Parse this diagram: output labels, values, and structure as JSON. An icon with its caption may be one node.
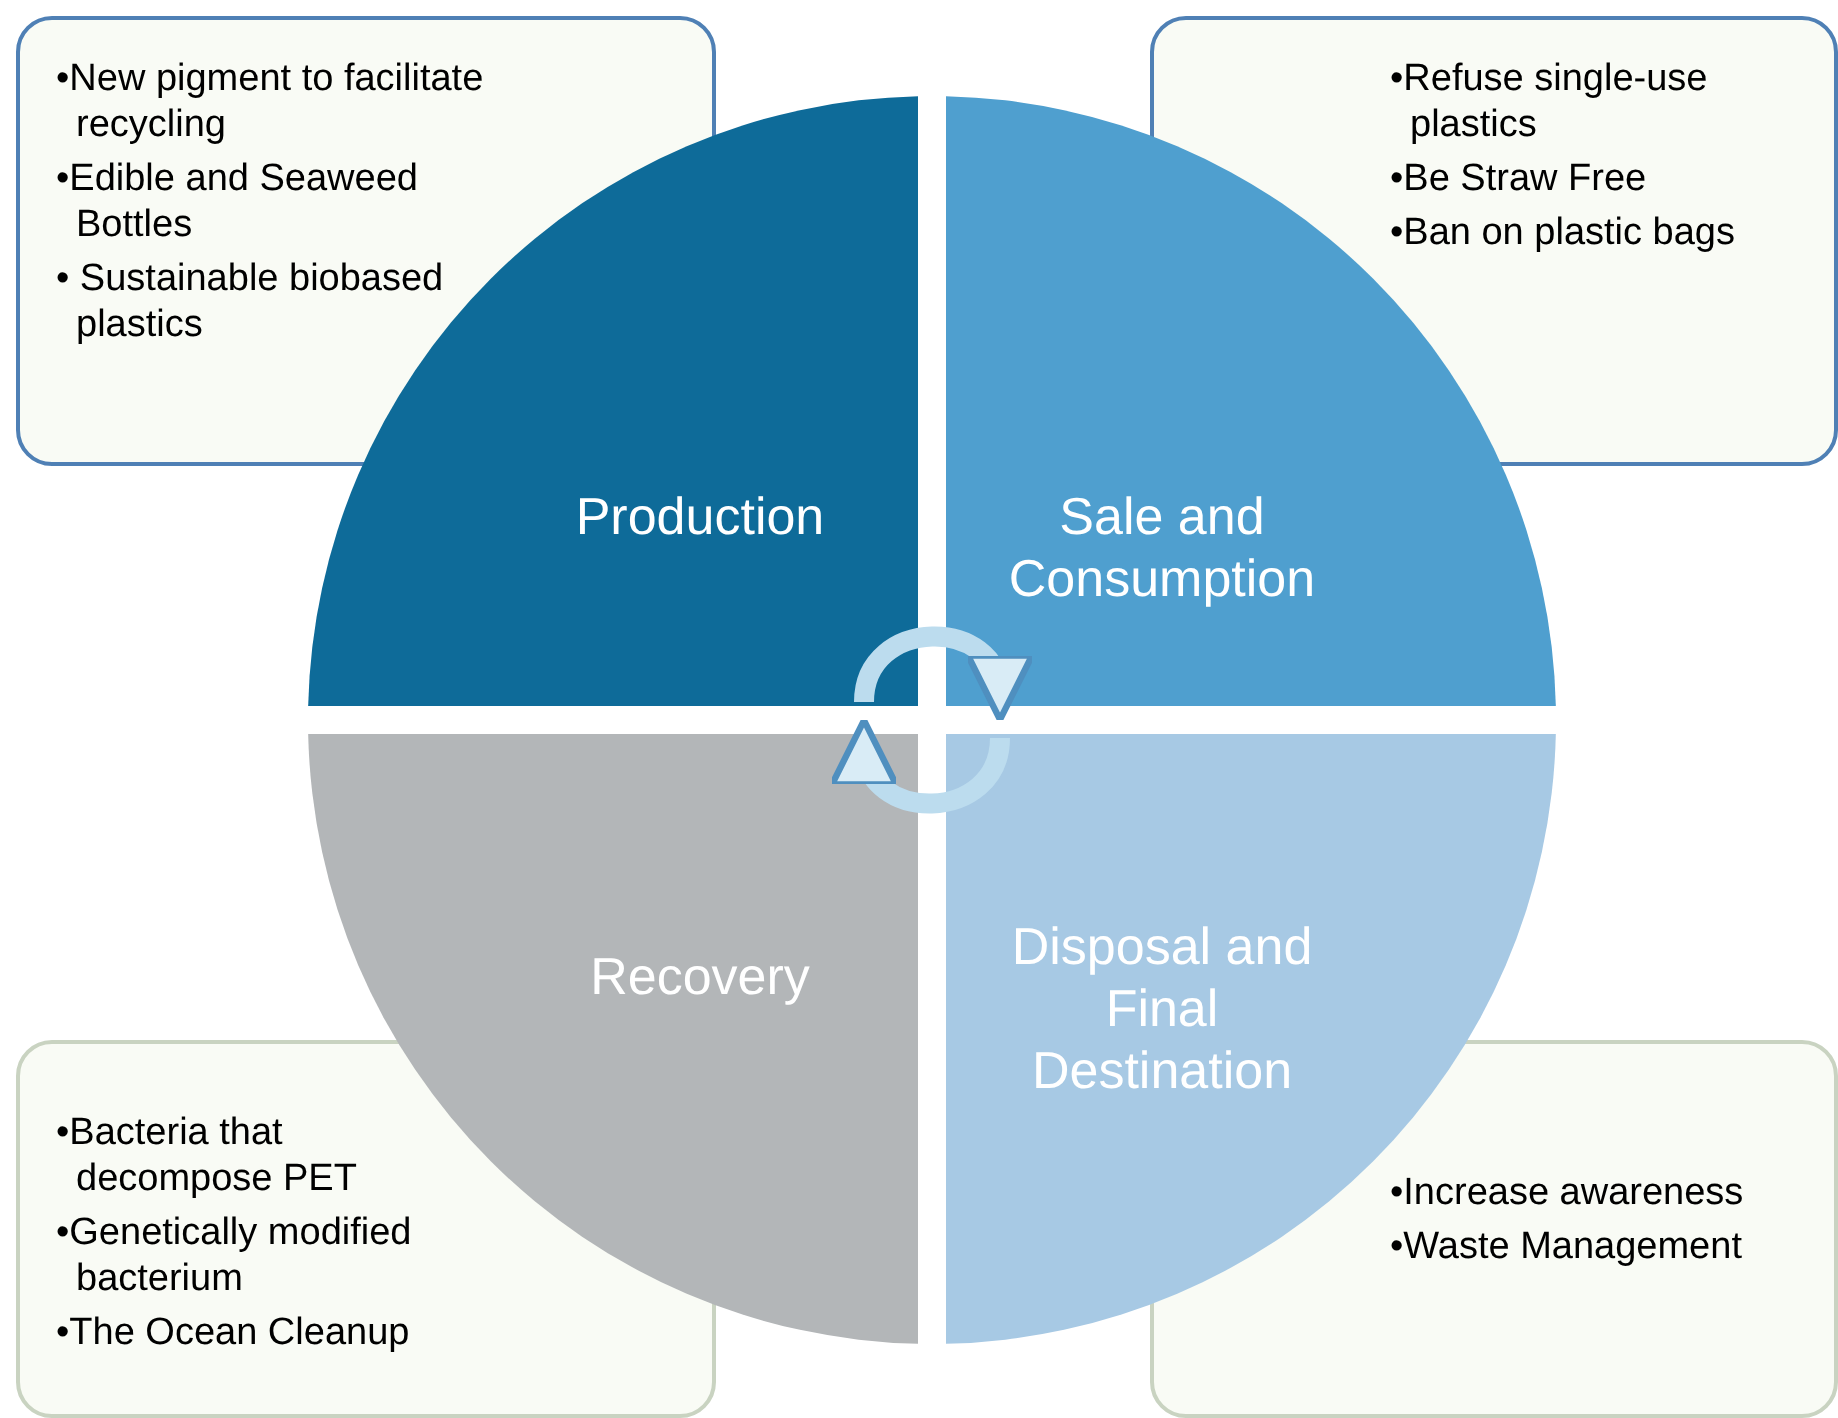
{
  "diagram": {
    "nodes": [
      {
        "text": [
          "•New pigment to facilitate recycling",
          "•Edible and Seaweed Bottles",
          "• Sustainable biobased plastics"
        ]
      },
      {
        "text": [
          "•Refuse single-use plastics",
          "•Be Straw Free",
          "•Ban on plastic bags"
        ]
      },
      {
        "text": [
          "Production"
        ]
      },
      {
        "text": [
          "Sale and Consumption"
        ]
      },
      {
        "text": [
          "Recovery"
        ]
      },
      {
        "text": [
          "Disposal and Final Destination"
        ]
      },
      {
        "text": [
          "•Bacteria that decompose PET",
          "•Genetically modified bacterium",
          "•The Ocean Cleanup"
        ]
      },
      {
        "text": [
          "•Increase awareness",
          "•Waste Management"
        ]
      }
    ],
    "edges": [
      {
        "from": 2,
        "to": 3,
        "arrow": "to"
      },
      {
        "from": 5,
        "to": 4,
        "arrow": "to"
      }
    ]
  }
}
